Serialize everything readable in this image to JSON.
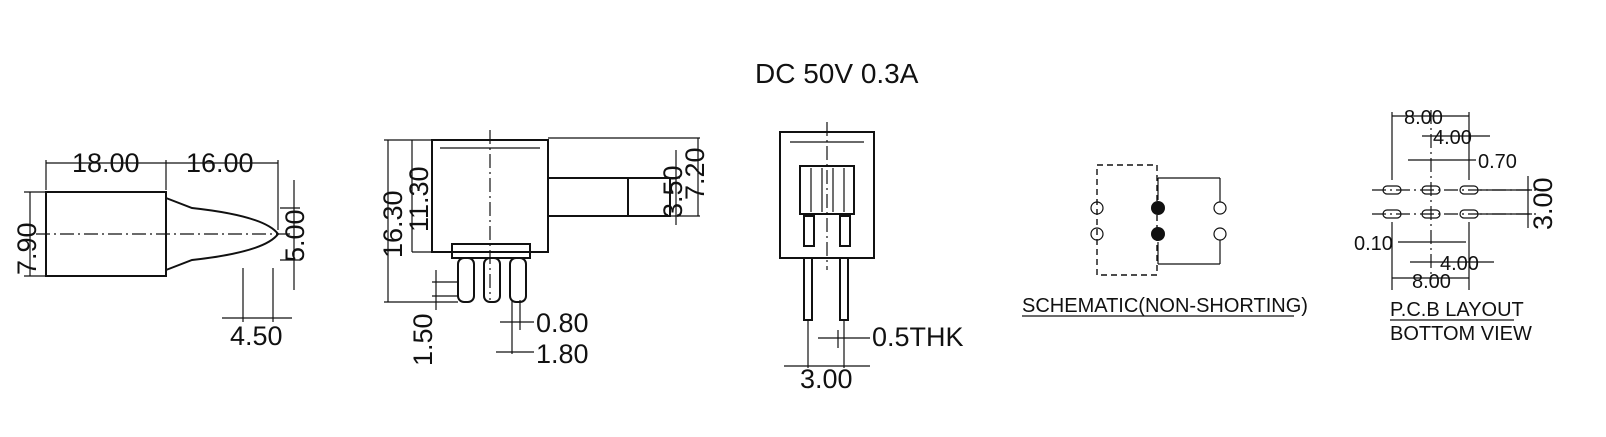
{
  "title": "DC  50V  0.3A",
  "side_view": {
    "dims": [
      "18.00",
      "16.00",
      "7.90",
      "5.00",
      "4.50"
    ]
  },
  "front_view": {
    "dims": [
      "16.30",
      "11.30",
      "3.50",
      "7.20",
      "1.50",
      "0.80",
      "1.80"
    ]
  },
  "end_view": {
    "dims": [
      "0.5THK",
      "3.00"
    ]
  },
  "schematic": {
    "label": "SCHEMATIC(NON-SHORTING)"
  },
  "pcb": {
    "dims": [
      "8.00",
      "4.00",
      "0.70",
      "3.00",
      "0.10",
      "4.00",
      "8.00"
    ],
    "label1": "P.C.B LAYOUT",
    "label2": "BOTTOM VIEW"
  }
}
